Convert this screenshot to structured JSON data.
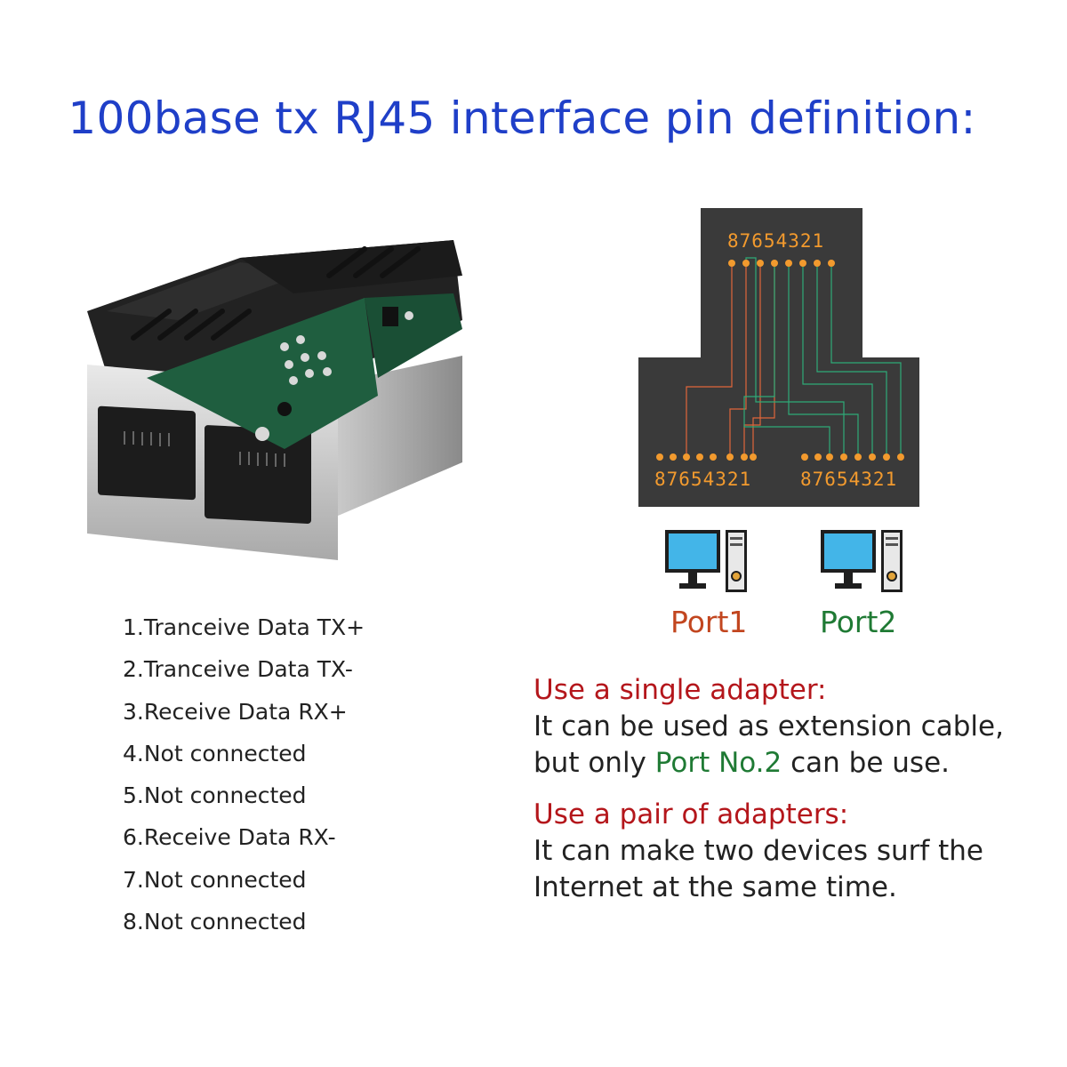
{
  "title": "100base tx RJ45 interface pin definition:",
  "pin_definitions": [
    "1.Tranceive Data TX+",
    "2.Tranceive Data TX-",
    "3.Receive Data RX+",
    "4.Not connected",
    "5.Not connected",
    "6.Receive Data RX-",
    "7.Not connected",
    "8.Not connected"
  ],
  "diagram": {
    "top_pin_numbers": "87654321",
    "left_pin_numbers": "87654321",
    "right_pin_numbers": "87654321",
    "board_color": "#3a3a3a",
    "pin_color": "#f29a2e",
    "port1_wire_color": "#e0663a",
    "port2_wire_color": "#2faa78"
  },
  "ports": {
    "port1_label": "Port1",
    "port1_color": "#c2461f",
    "port2_label": "Port2",
    "port2_color": "#1f7a34",
    "icon": "computer-icon"
  },
  "notes": {
    "single_heading": "Use a single adapter:",
    "single_line1": "It can be used as extension cable,",
    "single_line2_pre": "but only ",
    "single_line2_accent": "Port No.2",
    "single_line2_post": " can be use.",
    "pair_heading": "Use a pair of adapters:",
    "pair_line1": "It can make two devices surf the",
    "pair_line2": "Internet at the same time."
  },
  "colors": {
    "title": "#1f3fc8",
    "heading_red": "#b4161b",
    "accent_green": "#1f7a34"
  }
}
